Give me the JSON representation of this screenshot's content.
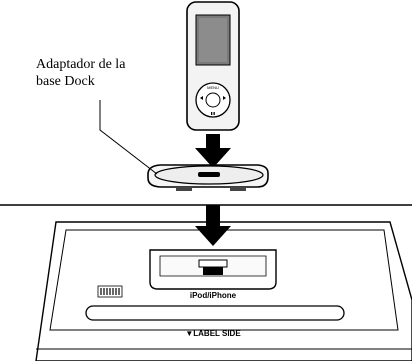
{
  "callout": {
    "line1": "Adaptador de la",
    "line2": "base Dock"
  },
  "dock_labels": {
    "ipod_slot": "iPod/iPhone",
    "cd_slot": "▼LABEL SIDE"
  },
  "icons": {
    "disc_logo": "compact-disc-logo",
    "ipod": "ipod-nano-icon",
    "arrow": "down-arrow-icon"
  }
}
